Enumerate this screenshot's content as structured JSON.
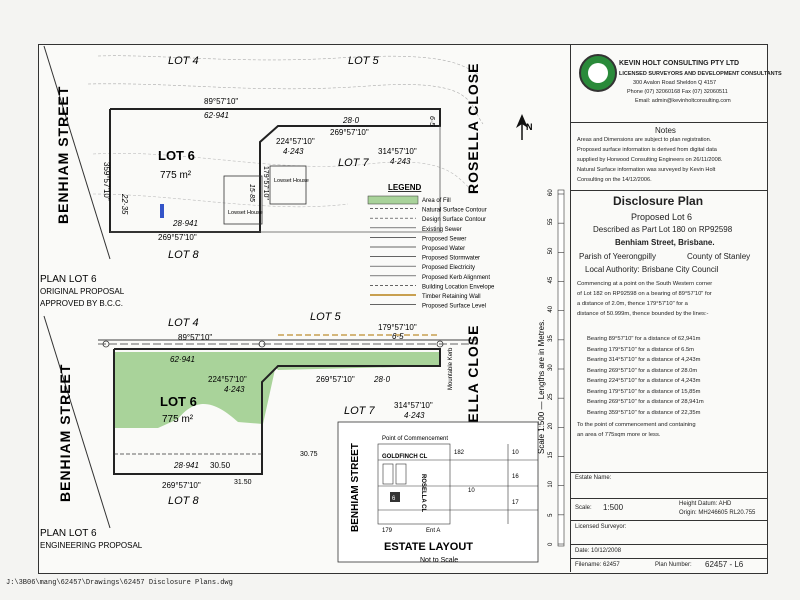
{
  "company": {
    "name": "KEVIN HOLT CONSULTING PTY LTD",
    "tagline": "LICENSED SURVEYORS AND DEVELOPMENT CONSULTANTS",
    "address": "300 Avalon Road Sheldon Q 4157",
    "phone": "Phone (07) 32060168   Fax (07) 32060511",
    "email": "Email: admin@kevinholtconsulting.com"
  },
  "notes": {
    "heading": "Notes",
    "lines": [
      "Areas and Dimensions are subject to plan registration.",
      "Proposed surface information is derived from digital data",
      "supplied by Horwood Consulting Engineers on 26/11/2008.",
      "Natural Surface information was surveyed by Kevin Holt",
      "Consulting on the 14/12/2006."
    ]
  },
  "disclosure": {
    "title": "Disclosure Plan",
    "proposed": "Proposed Lot 6",
    "described": "Described as Part Lot 180 on RP92598",
    "street": "Benhiam Street, Brisbane.",
    "parish": "Parish of Yeerongpilly",
    "county": "County of Stanley",
    "authority": "Local Authority: Brisbane City Council"
  },
  "commencing": [
    "Commencing at a point on the South Western corner",
    "of Lot 182 on RP92598 on a bearing of 89°57'10\" for",
    "a distance of 2.0m, thence 179°57'10\" for a",
    "distance of 50.999m, thence bounded by the lines:-"
  ],
  "bearings": [
    "Bearing 89°57'10\" for a distance of 62,941m",
    "Bearing 179°57'10\" for a distance of 6.5m",
    "Bearing 314°57'10\" for a distance of 4,243m",
    "Bearing 269°57'10\" for a distance of 28.0m",
    "Bearing 224°57'10\" for a distance of 4,243m",
    "Bearing 179°57'10\" for a distance of 15,85m",
    "Bearing 269°57'10\" for a distance of 28,941m",
    "Bearing 359°57'10\" for a distance of 22,35m"
  ],
  "closing": [
    "To the point of commencement and containing",
    "an area of 775sqm more or less."
  ],
  "fields": {
    "estate_name": "Estate Name:",
    "scale_label": "Scale:",
    "scale_value": "1:500",
    "height_datum": "Height Datum: AHD",
    "origin": "Origin: MH246605  RL20.755",
    "licensed_surveyor": "Licensed Surveyor:",
    "date": "Date:  10/12/2008",
    "filename": "Filename: 62457",
    "plan_number_label": "Plan Number:",
    "plan_number": "62457 - L6"
  },
  "scale_bar": {
    "caption": "Scale 1:500 — Lengths are in Metres.",
    "ticks": [
      "60",
      "55",
      "50",
      "45",
      "40",
      "35",
      "30",
      "25",
      "20",
      "15",
      "10",
      "5",
      "0"
    ]
  },
  "plan_top": {
    "lots": [
      "LOT 4",
      "LOT 5",
      "LOT 7",
      "LOT 8"
    ],
    "lot6": "LOT 6",
    "area": "775 m²",
    "street_left": "BENHIAM  STREET",
    "street_right": "ROSELLA CLOSE",
    "dims": [
      "89°57'10\"",
      "62·941",
      "28·0",
      "269°57'10\"",
      "224°57'10\"",
      "4·243",
      "314°57'10\"",
      "4·243",
      "269°57'10\"",
      "28·941",
      "22·35",
      "359°57'10\"",
      "179°57'10\"",
      "15·85",
      "6·5"
    ],
    "houses": [
      "Lowset House",
      "Lowset House"
    ],
    "caption1": "PLAN LOT 6",
    "caption2": "ORIGINAL PROPOSAL",
    "caption3": "APPROVED BY B.C.C."
  },
  "legend": {
    "title": "LEGEND",
    "items": [
      "Area of Fill",
      "Natural Surface Contour",
      "Design Surface Contour",
      "Existing Sewer",
      "Proposed Sewer",
      "Proposed Water",
      "Proposed Stormwater",
      "Proposed Electricity",
      "Proposed Kerb Alignment",
      "Building Location Envelope",
      "Timber Retaining Wall",
      "Proposed Surface Level"
    ]
  },
  "plan_bottom": {
    "lots": [
      "LOT 4",
      "LOT 5",
      "LOT 7",
      "LOT 8"
    ],
    "lot6": "LOT 6",
    "area": "775 m²",
    "street_left": "BENHIAM  STREET",
    "street_right": "ROSELLA CLOSE",
    "dims": [
      "89°57'10\"",
      "62·941",
      "179°57'10\"",
      "6·5",
      "224°57'10\"",
      "4·243",
      "269°57'10\"",
      "28·0",
      "314°57'10\"",
      "4·243",
      "28·941",
      "30.50",
      "269°57'10\"",
      "31.50",
      "30.75"
    ],
    "kerb": "Mountable Kerb",
    "caption1": "PLAN LOT 6",
    "caption2": "ENGINEERING PROPOSAL"
  },
  "estate": {
    "title": "ESTATE LAYOUT",
    "subtitle": "Not to Scale",
    "commencement": "Point of Commencement",
    "goldfinch": "GOLDFINCH CL",
    "rosella": "ROSELLA CL",
    "benhiam": "BENHIAM STREET",
    "numbers": [
      "182",
      "10",
      "16",
      "17",
      "10",
      "6",
      "179",
      "Ent A"
    ]
  },
  "north": "N",
  "footer_path": "J:\\3B06\\mang\\62457\\Drawings\\62457 Disclosure Plans.dwg",
  "colors": {
    "fill_area": "#a9d39a",
    "logo": "#2a8a3a"
  }
}
